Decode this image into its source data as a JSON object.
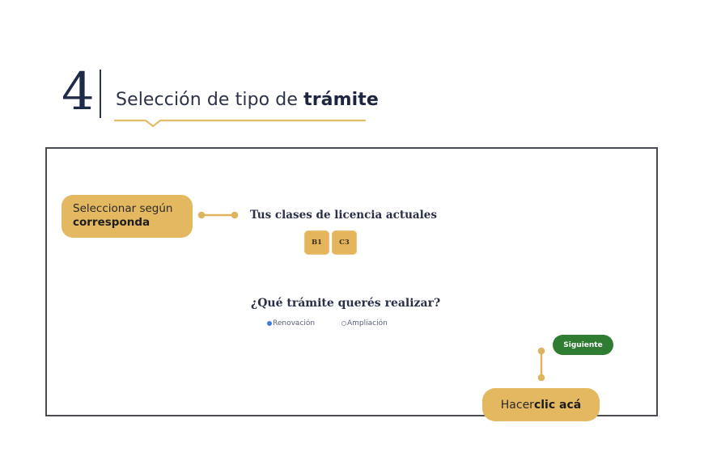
{
  "header": {
    "step_number": "4",
    "title_regular": "Selección de tipo de ",
    "title_bold": "trámite"
  },
  "form": {
    "licenses_heading": "Tus clases de licencia actuales",
    "license_badges": [
      {
        "label": "B1"
      },
      {
        "label": "C3"
      }
    ],
    "tramite_heading": "¿Qué trámite querés realizar?",
    "options": [
      {
        "label": "Renovación",
        "checked": true
      },
      {
        "label": "Ampliación",
        "checked": false
      }
    ],
    "next_button_label": "Siguiente"
  },
  "callouts": {
    "select": {
      "line1": "Seleccionar según",
      "line2_bold": "corresponda"
    },
    "click": {
      "regular": "Hacer ",
      "bold": "clic acá"
    }
  },
  "colors": {
    "accent_gold": "#e3b860",
    "badge_gold": "#e5b55c",
    "button_green": "#2e7d32",
    "navy_text": "#1f2a48",
    "radio_blue": "#3d7bd9",
    "frame_border": "#4a4c55"
  }
}
